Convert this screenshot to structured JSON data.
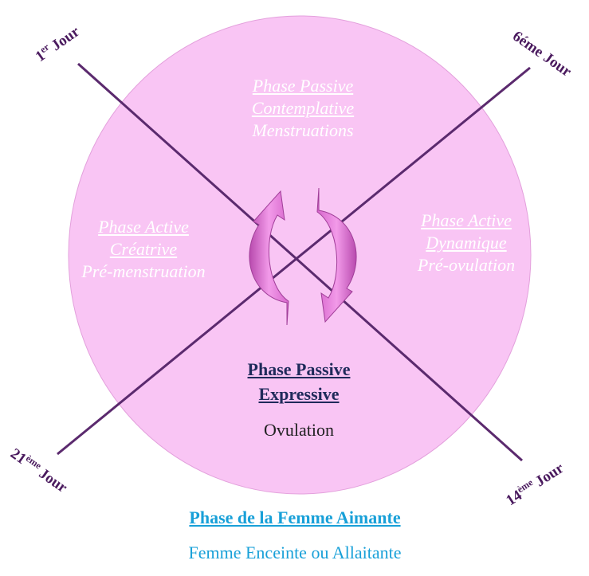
{
  "phases": {
    "passive_contemplative": {
      "line1": "Phase Passive",
      "line2": "Contemplative",
      "line3": "Menstruations"
    },
    "active_dynamic": {
      "line1": "Phase Active",
      "line2": "Dynamique",
      "line3": "Pré-ovulation"
    },
    "active_creative": {
      "line1": "Phase Active",
      "line2": "Créatrive",
      "line3": "Pré-menstruation"
    },
    "passive_expressive": {
      "line1": "Phase Passive",
      "line2": "Expressive",
      "line3": "Ovulation"
    }
  },
  "days": {
    "day1": {
      "num": "1",
      "sup": "er",
      "word": "Jour"
    },
    "day6": {
      "text": "6éme Jour"
    },
    "day14": {
      "num": "14",
      "sup": "ème",
      "word": "Jour"
    },
    "day21": {
      "num": "21",
      "sup": "ème",
      "word": "Jour"
    }
  },
  "footer": {
    "title": "Phase de la Femme Aimante",
    "subtitle": "Femme Enceinte ou Allaitante"
  },
  "colors": {
    "circle_fill": "#f9c5f4",
    "circle_stroke": "#e3a0dc",
    "axis_line": "#5b2a6e",
    "arrow_fill": "#e07ad6",
    "footer_text": "#18a0d8"
  }
}
